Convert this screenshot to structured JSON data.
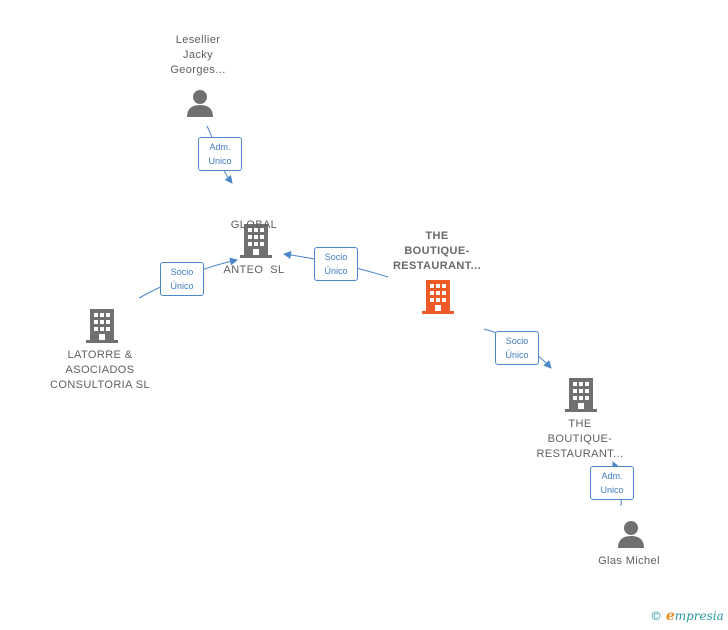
{
  "nodes": {
    "lesellier": {
      "lines": [
        "Lesellier",
        "Jacky",
        "Georges..."
      ]
    },
    "global_anteo": {
      "lines": [
        "GLOBAL",
        "ANTEO  SL"
      ]
    },
    "the_boutique_main": {
      "lines": [
        "THE",
        "BOUTIQUE-",
        "RESTAURANT..."
      ]
    },
    "latorre": {
      "lines": [
        "LATORRE &",
        "ASOCIADOS",
        "CONSULTORIA SL"
      ]
    },
    "the_boutique_sub": {
      "lines": [
        "THE",
        "BOUTIQUE-",
        "RESTAURANT..."
      ]
    },
    "glas_michel": {
      "lines": [
        "Glas Michel"
      ]
    }
  },
  "edges": {
    "lesellier_global": {
      "lines": [
        "Adm.",
        "Unico"
      ]
    },
    "latorre_global": {
      "lines": [
        "Socio",
        "Único"
      ]
    },
    "main_global": {
      "lines": [
        "Socio",
        "Único"
      ]
    },
    "main_sub": {
      "lines": [
        "Socio",
        "Único"
      ]
    },
    "glas_sub": {
      "lines": [
        "Adm.",
        "Unico"
      ]
    }
  },
  "colors": {
    "edge": "#4a86c8",
    "icon_gray": "#707070",
    "icon_focus": "#f05a28"
  },
  "footer": {
    "copyright_symbol": "©",
    "brand_initial": "e",
    "brand_rest": "mpresia"
  }
}
